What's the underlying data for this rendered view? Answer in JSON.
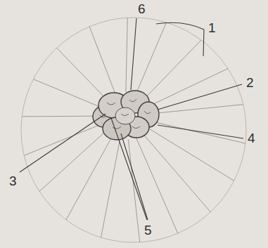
{
  "diagram": {
    "labels": [
      "6",
      "1",
      "2",
      "4",
      "3",
      "5"
    ]
  }
}
